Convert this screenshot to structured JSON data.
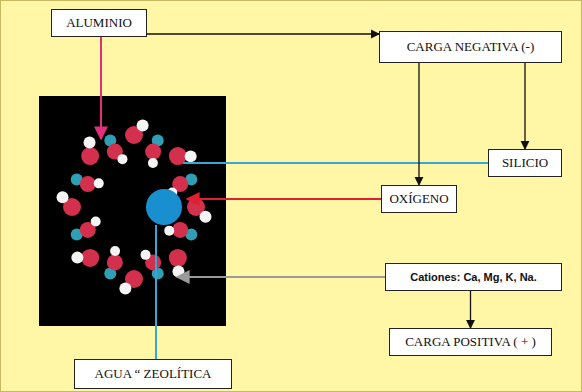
{
  "diagram": {
    "nodes": [
      {
        "text": [
          "ALUMINIO"
        ]
      },
      {
        "text": [
          "CARGA NEGATIVA (-)"
        ]
      },
      {
        "text": [
          "SILICIO"
        ]
      },
      {
        "text": [
          "OXÍGENO"
        ]
      },
      {
        "text": [
          "Cationes: Ca, Mg, K, Na."
        ]
      },
      {
        "text": [
          "CARGA POSITIVA ( + )"
        ]
      },
      {
        "text": [
          "AGUA “ ZEOLÍTICA"
        ]
      }
    ],
    "edges": [
      {
        "from": 0,
        "to": 1,
        "arrow": "to"
      },
      {
        "from": 1,
        "to": 3,
        "arrow": "to"
      },
      {
        "from": 1,
        "to": 2,
        "arrow": "to"
      },
      {
        "from": 4,
        "to": 5,
        "arrow": "to"
      }
    ]
  }
}
